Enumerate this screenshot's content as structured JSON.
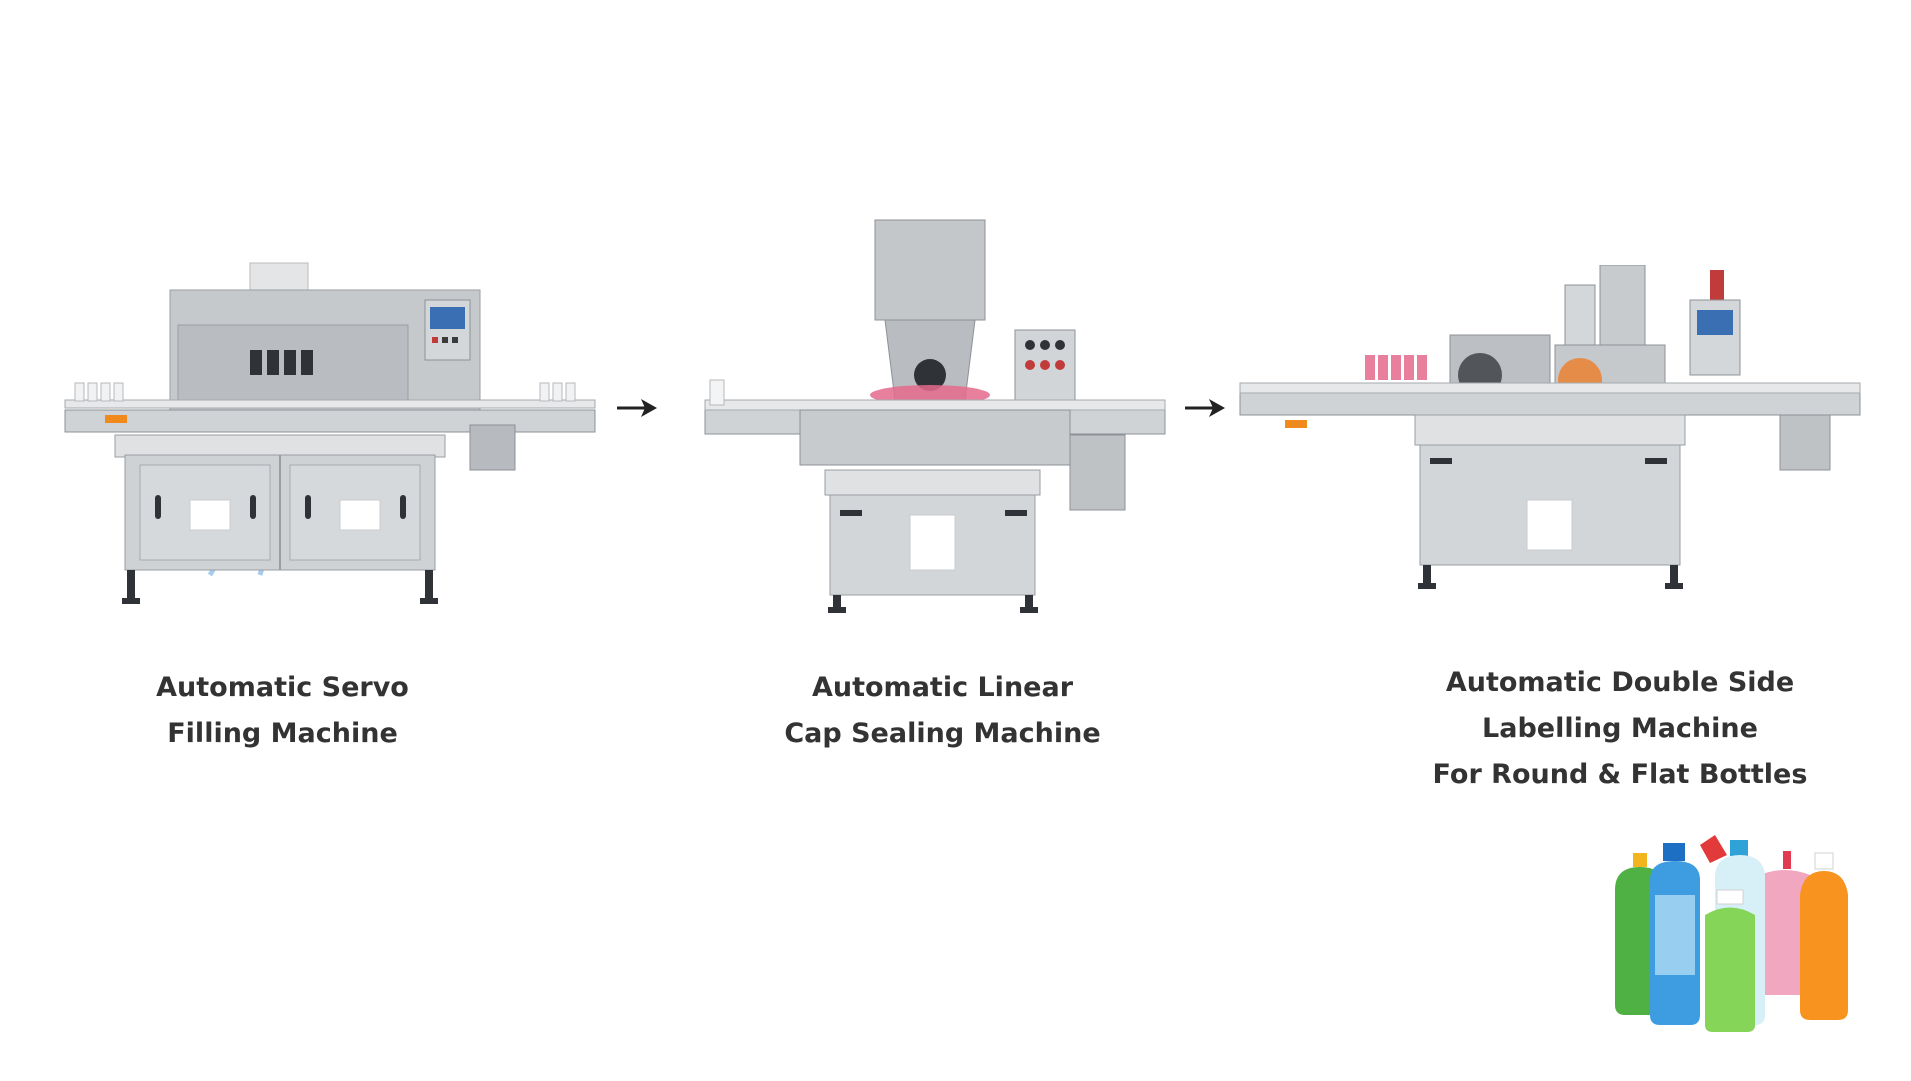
{
  "steps": [
    {
      "lines": [
        "Automatic Servo",
        "Filling Machine"
      ]
    },
    {
      "lines": [
        "Automatic Linear",
        "Cap Sealing Machine"
      ]
    },
    {
      "lines": [
        "Automatic Double Side",
        "Labelling Machine",
        "For Round & Flat Bottles"
      ]
    }
  ],
  "icons": {
    "flow_arrow": "right-arrow-icon"
  },
  "colors": {
    "machine_body": "#c9cbcd",
    "machine_dark": "#8d9196",
    "hose": "#9fc7ee",
    "label_orange": "#f08a1c",
    "text": "#333333"
  }
}
